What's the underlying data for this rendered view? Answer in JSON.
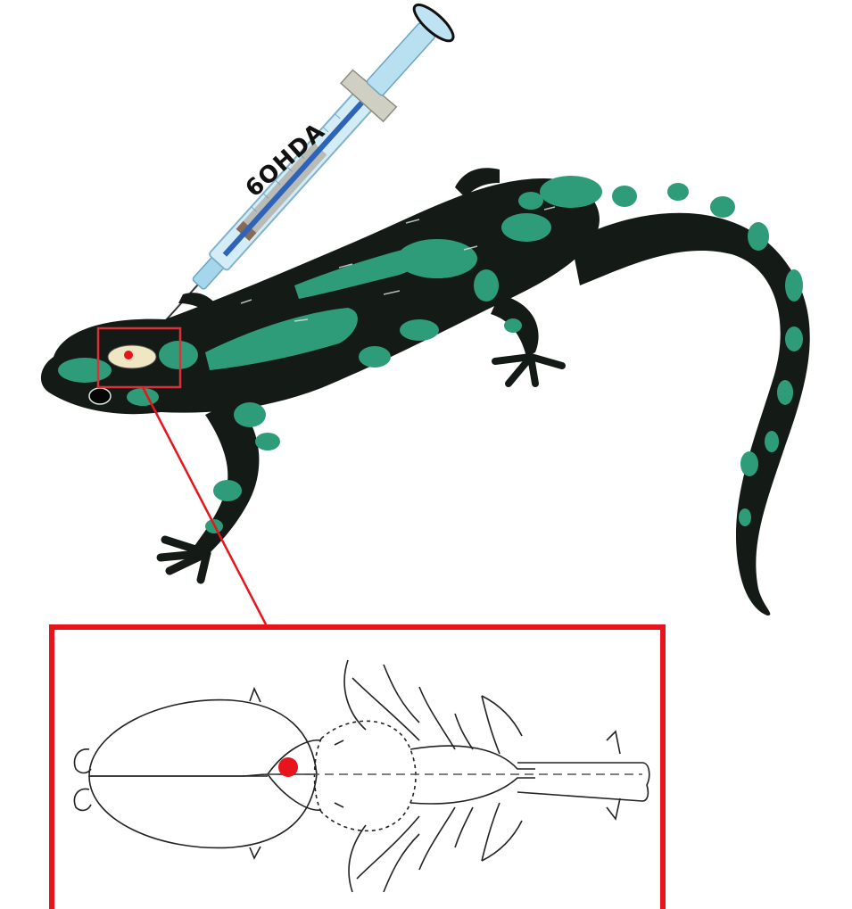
{
  "figure": {
    "syringe_label": "6OHDA",
    "colors": {
      "salamander_body": "#141a16",
      "salamander_spots": "#2e9c78",
      "injection_marker": "#e8141c",
      "zoom_frame": "#e8141c",
      "syringe_barrel": "#bfe3f2",
      "syringe_plunger": "#2f63b8",
      "brain_outline": "#222222"
    },
    "icons": [
      "syringe-icon",
      "salamander-illustration",
      "brain-dorsal-diagram"
    ]
  }
}
